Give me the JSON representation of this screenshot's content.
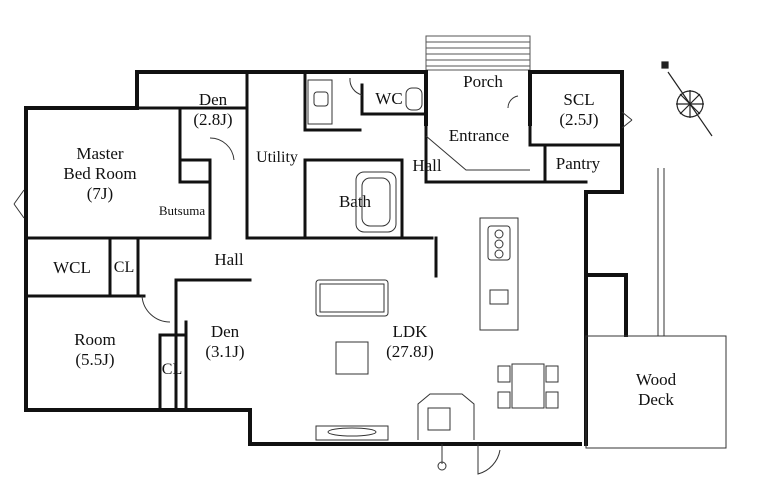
{
  "plan": {
    "rooms": [
      {
        "id": "den_top",
        "name": "Den",
        "size": "(2.8J)"
      },
      {
        "id": "master",
        "name": "Master",
        "name2": "Bed Room",
        "size": "(7J)"
      },
      {
        "id": "butsuma",
        "name": "Butsuma"
      },
      {
        "id": "utility",
        "name": "Utility"
      },
      {
        "id": "wc",
        "name": "WC"
      },
      {
        "id": "porch",
        "name": "Porch"
      },
      {
        "id": "entrance",
        "name": "Entrance"
      },
      {
        "id": "scl",
        "name": "SCL",
        "size": "(2.5J)"
      },
      {
        "id": "hall_top",
        "name": "Hall"
      },
      {
        "id": "pantry",
        "name": "Pantry"
      },
      {
        "id": "bath",
        "name": "Bath"
      },
      {
        "id": "wcl",
        "name": "WCL"
      },
      {
        "id": "cl_top",
        "name": "CL"
      },
      {
        "id": "hall_left",
        "name": "Hall"
      },
      {
        "id": "room",
        "name": "Room",
        "size": "(5.5J)"
      },
      {
        "id": "cl_bottom",
        "name": "CL"
      },
      {
        "id": "den_bottom",
        "name": "Den",
        "size": "(3.1J)"
      },
      {
        "id": "ldk",
        "name": "LDK",
        "size": "(27.8J)"
      },
      {
        "id": "wood_deck",
        "name": "Wood",
        "name2": "Deck"
      }
    ],
    "compass_icon": "north-compass-icon",
    "colors": {
      "wall": "#111111",
      "line": "#333333",
      "background": "#ffffff"
    }
  }
}
